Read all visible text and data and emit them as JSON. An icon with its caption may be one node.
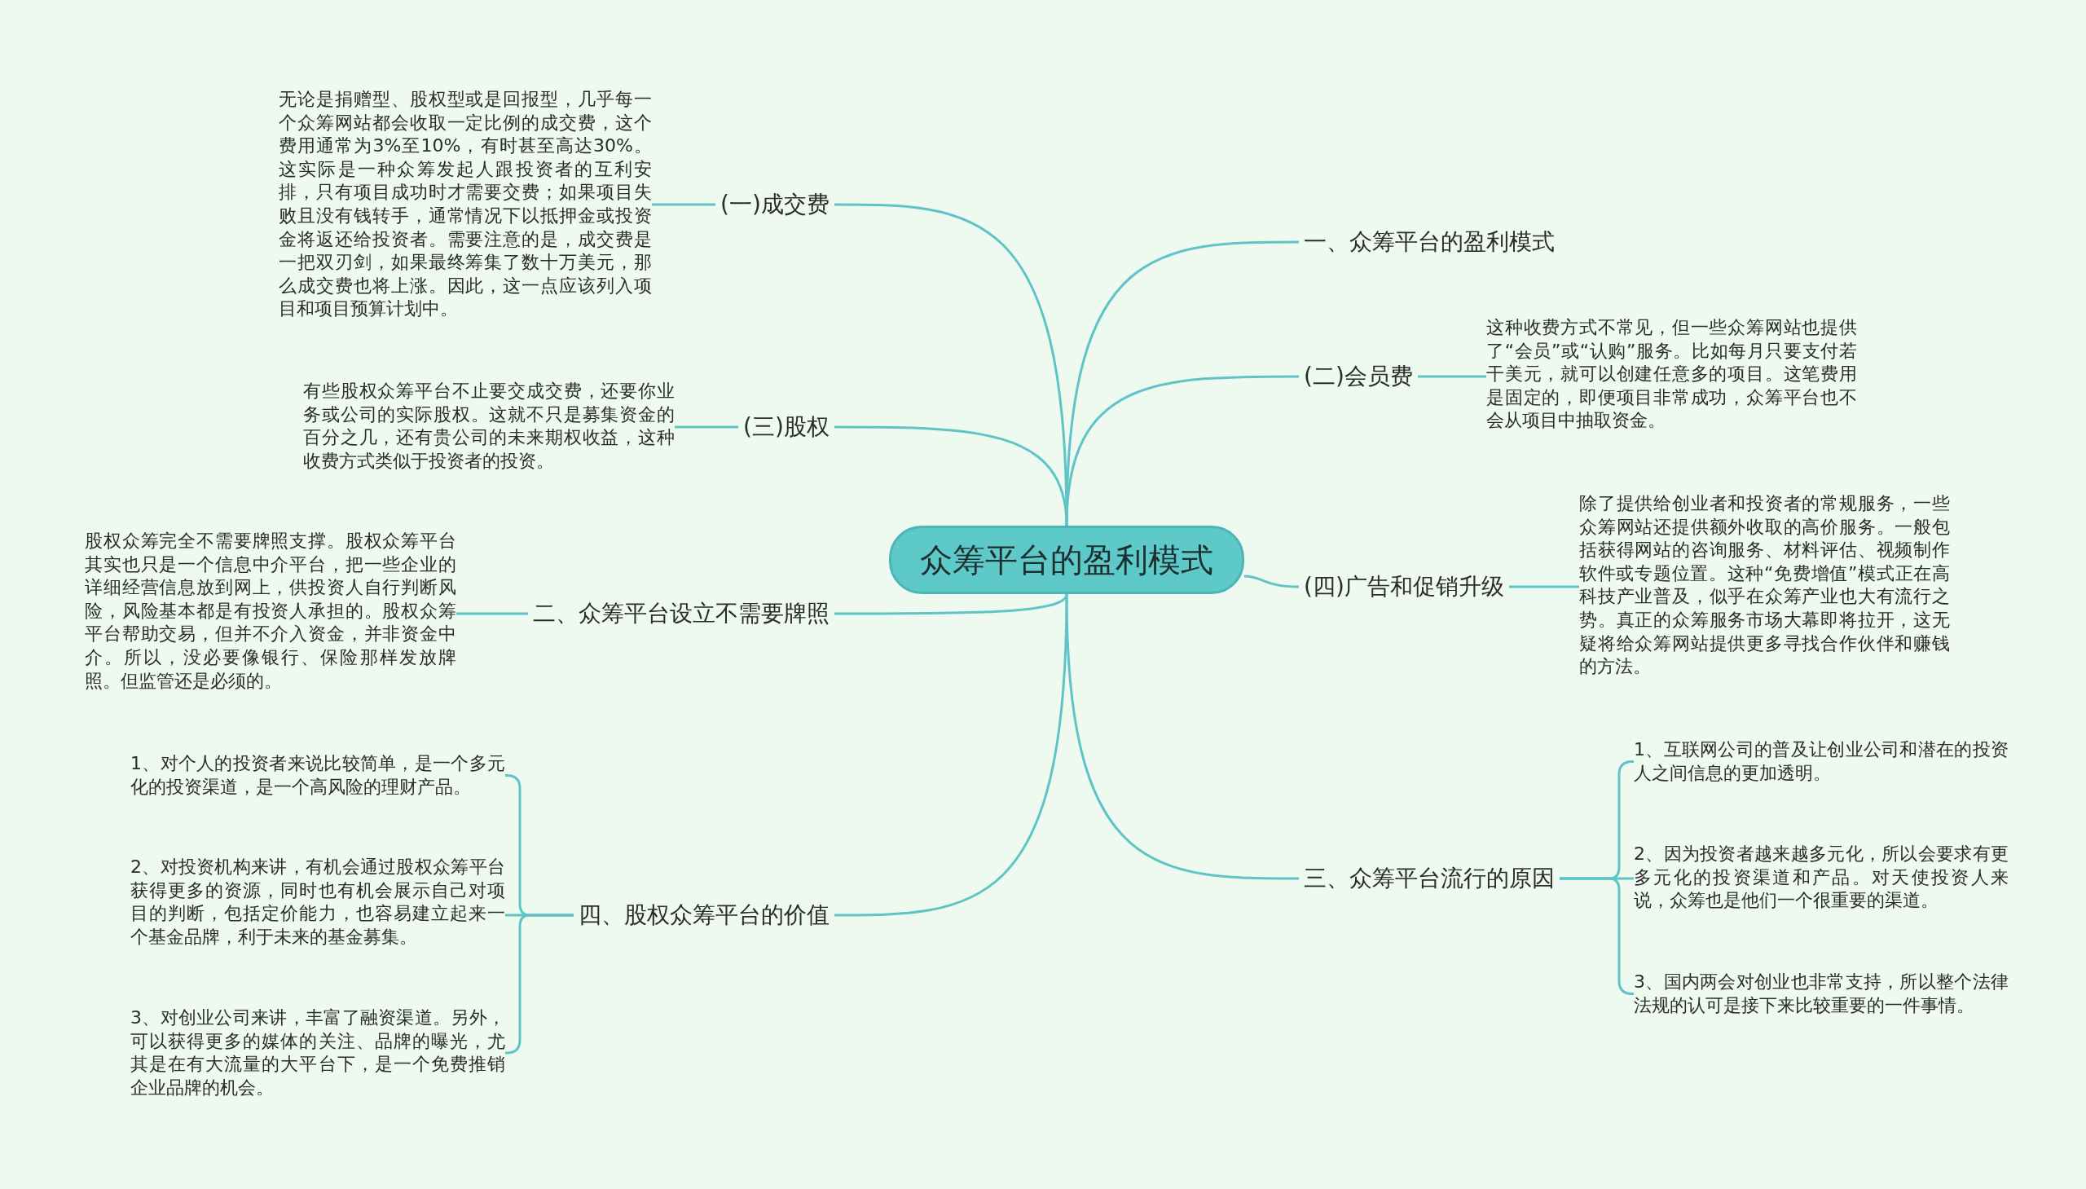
{
  "diagram": {
    "nodes": [
      {
        "text": [
          "众筹平台的盈利模式"
        ]
      },
      {
        "text": [
          "一、众筹平台的盈利模式"
        ]
      },
      {
        "text": [
          "(二)会员费"
        ]
      },
      {
        "text": [
          "这种收费方式不常见，但一些众筹网站也提供了“会员”或“认购”服务。比如每月只要支付若干美元，就可以创建任意多的项目。这笔费用是固定的，即便项目非常成功，众筹平台也不会从项目中抽取资金。"
        ]
      },
      {
        "text": [
          "(四)广告和促销升级"
        ]
      },
      {
        "text": [
          "除了提供给创业者和投资者的常规服务，一些众筹网站还提供额外收取的高价服务。一般包括获得网站的咨询服务、材料评估、视频制作软件或专题位置。这种“免费增值”模式正在高科技产业普及，似乎在众筹产业也大有流行之势。真正的众筹服务市场大幕即将拉开，这无疑将给众筹网站提供更多寻找合作伙伴和赚钱的方法。"
        ]
      },
      {
        "text": [
          "三、众筹平台流行的原因"
        ]
      },
      {
        "text": [
          "1、互联网公司的普及让创业公司和潜在的投资人之间信息的更加透明。"
        ]
      },
      {
        "text": [
          "2、因为投资者越来越多元化，所以会要求有更多元化的投资渠道和产品。对天使投资人来说，众筹也是他们一个很重要的渠道。"
        ]
      },
      {
        "text": [
          "3、国内两会对创业也非常支持，所以整个法律法规的认可是接下来比较重要的一件事情。"
        ]
      },
      {
        "text": [
          "(一)成交费"
        ]
      },
      {
        "text": [
          "无论是捐赠型、股权型或是回报型，几乎每一个众筹网站都会收取一定比例的成交费，这个费用通常为3%至10%，有时甚至高达30%。这实际是一种众筹发起人跟投资者的互利安排，只有项目成功时才需要交费；如果项目失败且没有钱转手，通常情况下以抵押金或投资金将返还给投资者。需要注意的是，成交费是一把双刃剑，如果最终筹集了数十万美元，那么成交费也将上涨。因此，这一点应该列入项目和项目预算计划中。"
        ]
      },
      {
        "text": [
          "(三)股权"
        ]
      },
      {
        "text": [
          "有些股权众筹平台不止要交成交费，还要你业务或公司的实际股权。这就不只是募集资金的百分之几，还有贵公司的未来期权收益，这种收费方式类似于投资者的投资。"
        ]
      },
      {
        "text": [
          "二、众筹平台设立不需要牌照"
        ]
      },
      {
        "text": [
          "股权众筹完全不需要牌照支撑。股权众筹平台其实也只是一个信息中介平台，把一些企业的详细经营信息放到网上，供投资人自行判断风险，风险基本都是有投资人承担的。股权众筹平台帮助交易，但并不介入资金，并非资金中介。所以，没必要像银行、保险那样发放牌照。但监管还是必须的。"
        ]
      },
      {
        "text": [
          "四、股权众筹平台的价值"
        ]
      },
      {
        "text": [
          "1、对个人的投资者来说比较简单，是一个多元化的投资渠道，是一个高风险的理财产品。"
        ]
      },
      {
        "text": [
          "2、对投资机构来讲，有机会通过股权众筹平台获得更多的资源，同时也有机会展示自己对项目的判断，包括定价能力，也容易建立起来一个基金品牌，利于未来的基金募集。"
        ]
      },
      {
        "text": [
          "3、对创业公司来讲，丰富了融资渠道。另外，可以获得更多的媒体的关注、品牌的曝光，尤其是在有大流量的大平台下，是一个免费推销企业品牌的机会。"
        ]
      }
    ],
    "edges": [
      {
        "from": 0,
        "to": 1,
        "arrow": "none"
      },
      {
        "from": 0,
        "to": 2,
        "arrow": "none"
      },
      {
        "from": 2,
        "to": 3,
        "arrow": "none"
      },
      {
        "from": 0,
        "to": 4,
        "arrow": "none"
      },
      {
        "from": 4,
        "to": 5,
        "arrow": "none"
      },
      {
        "from": 0,
        "to": 6,
        "arrow": "none"
      },
      {
        "from": 6,
        "to": 7,
        "arrow": "none"
      },
      {
        "from": 6,
        "to": 8,
        "arrow": "none"
      },
      {
        "from": 6,
        "to": 9,
        "arrow": "none"
      },
      {
        "from": 0,
        "to": 10,
        "arrow": "none"
      },
      {
        "from": 10,
        "to": 11,
        "arrow": "none"
      },
      {
        "from": 0,
        "to": 12,
        "arrow": "none"
      },
      {
        "from": 12,
        "to": 13,
        "arrow": "none"
      },
      {
        "from": 0,
        "to": 14,
        "arrow": "none"
      },
      {
        "from": 14,
        "to": 15,
        "arrow": "none"
      },
      {
        "from": 0,
        "to": 16,
        "arrow": "none"
      },
      {
        "from": 16,
        "to": 17,
        "arrow": "none"
      },
      {
        "from": 16,
        "to": 18,
        "arrow": "none"
      },
      {
        "from": 16,
        "to": 19,
        "arrow": "none"
      }
    ]
  }
}
